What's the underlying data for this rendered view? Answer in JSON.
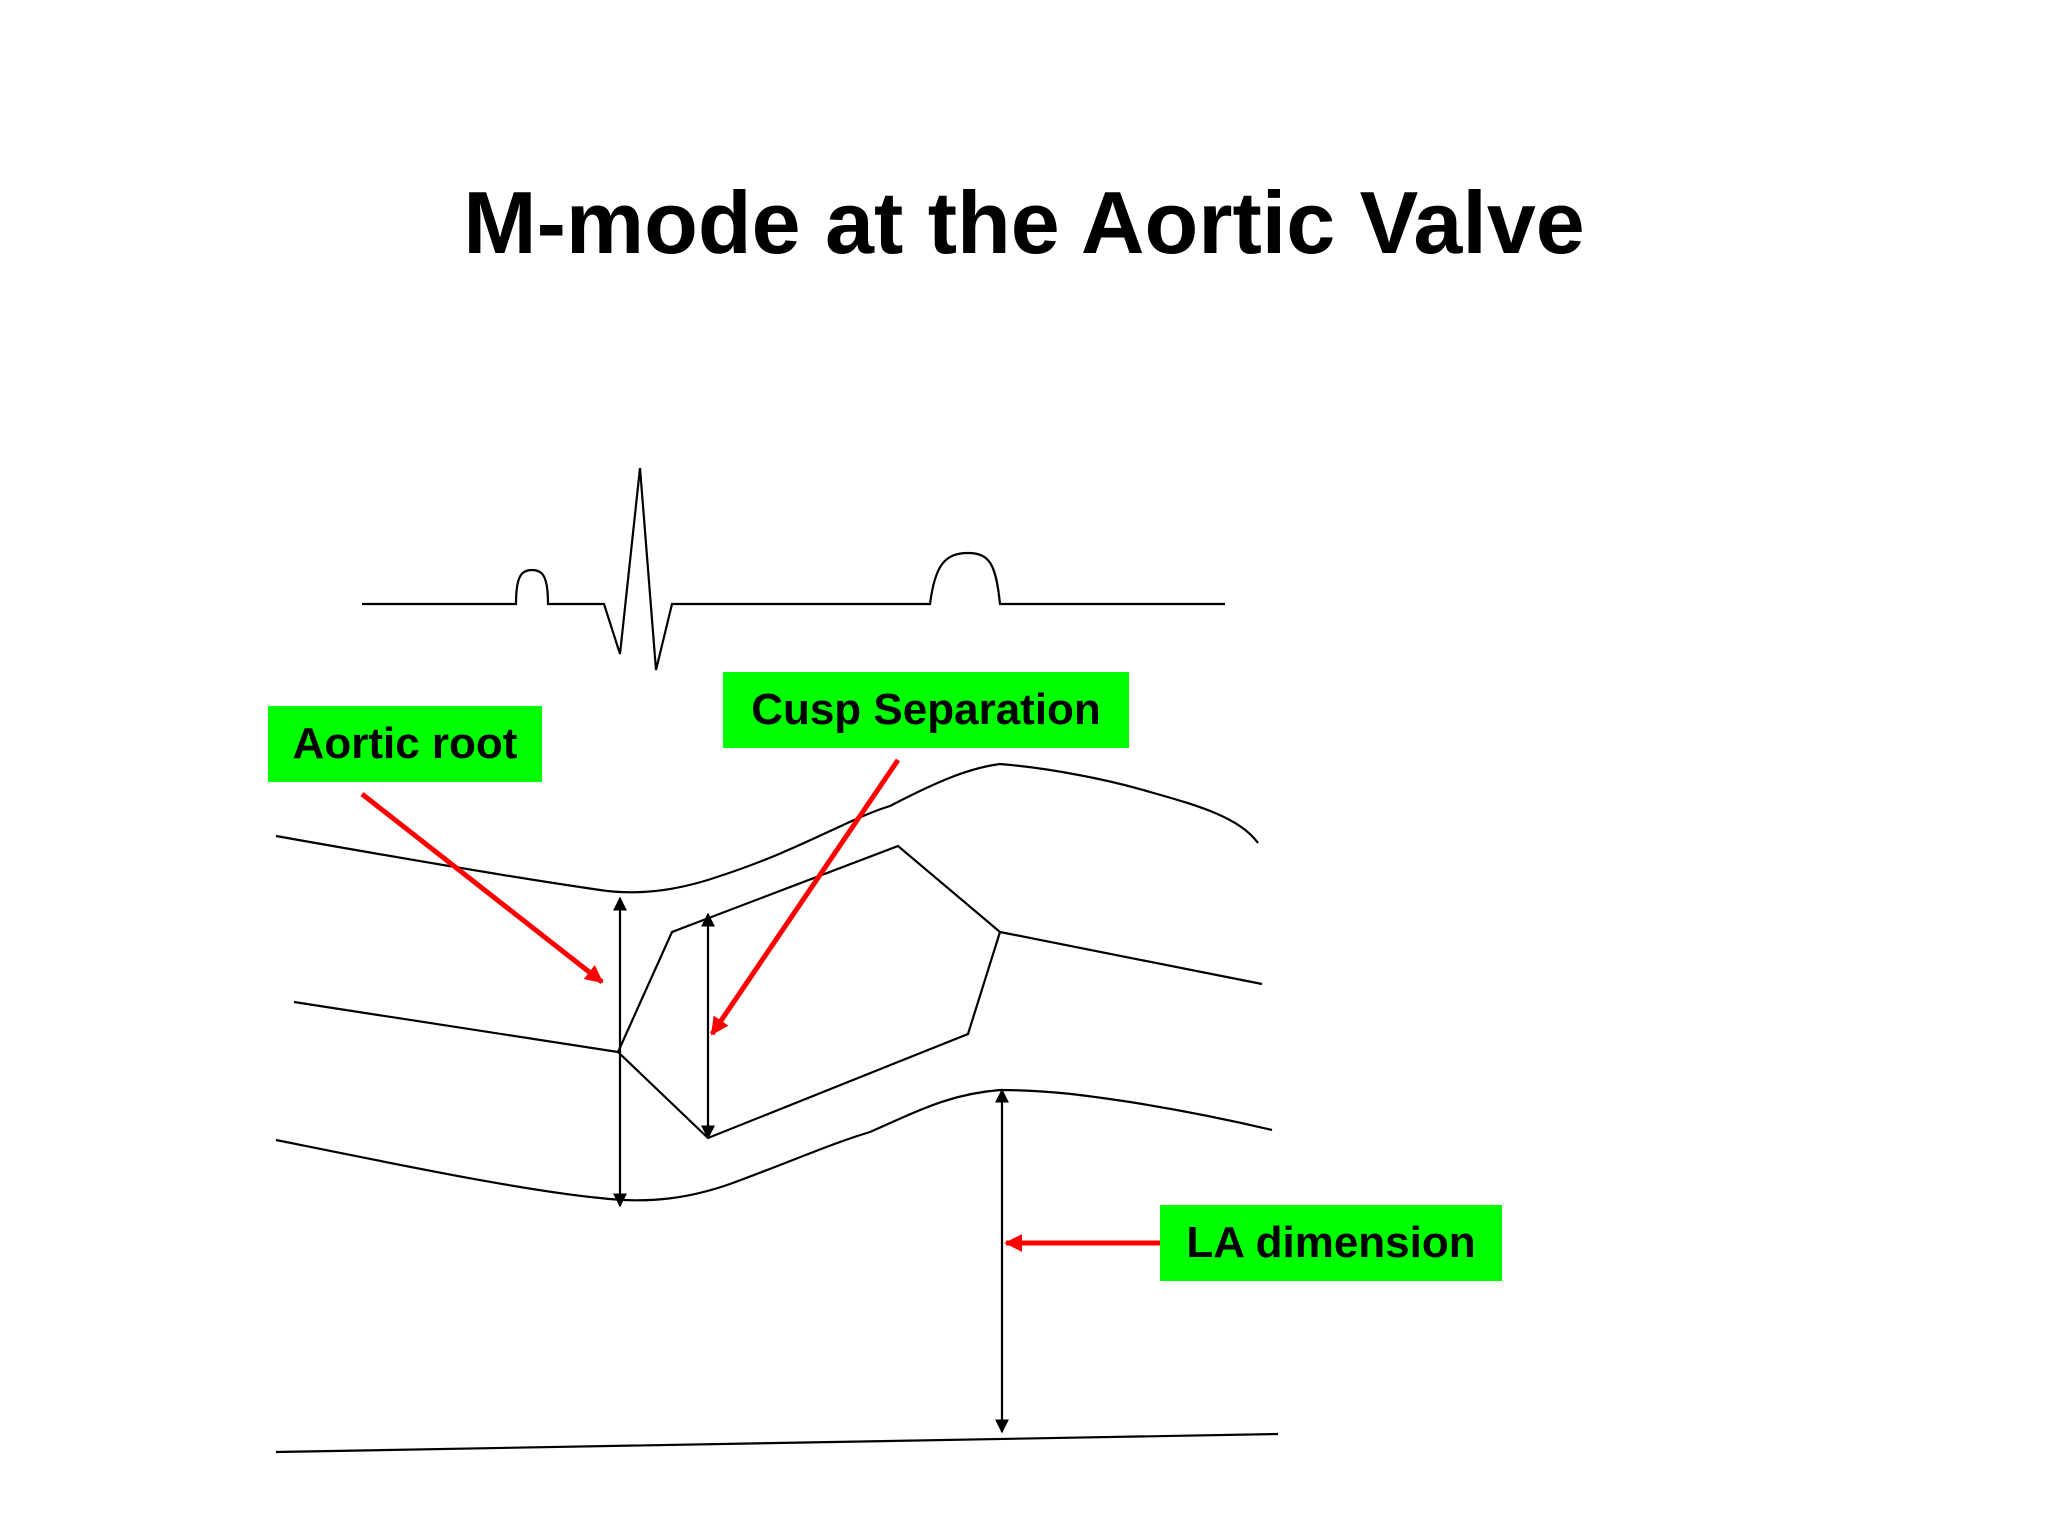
{
  "title": "M-mode at the Aortic Valve",
  "labels": {
    "aortic_root": "Aortic root",
    "cusp_separation": "Cusp Separation",
    "la_dimension": "LA dimension"
  },
  "colors": {
    "label_background": "#00ff00",
    "pointer_arrow": "#ff0000",
    "lines": "#000000"
  }
}
